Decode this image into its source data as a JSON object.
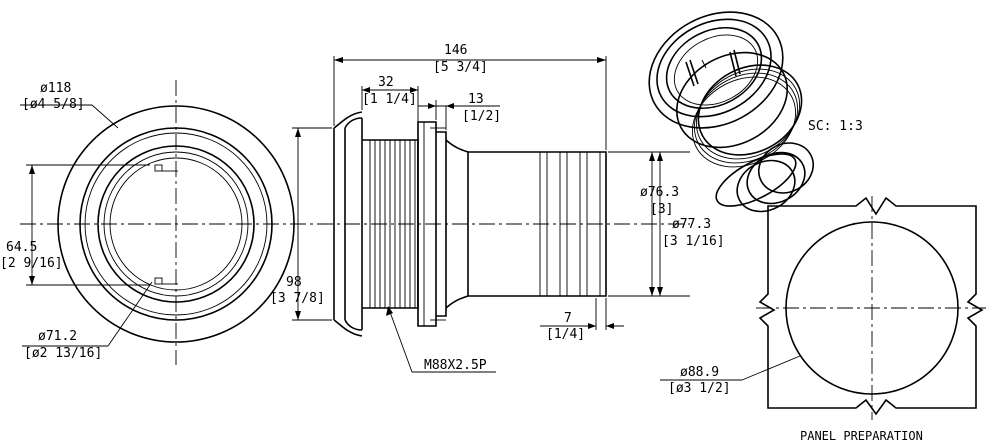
{
  "front_view": {
    "outer_dia_mm": "ø118",
    "outer_dia_in": "[ø4 5/8]",
    "inner_dia_mm": "ø71.2",
    "inner_dia_in": "[ø2 13/16]",
    "height_mm": "64.5",
    "height_in": "[2 9/16]"
  },
  "side_view": {
    "overall_length_mm": "146",
    "overall_length_in": "[5 3/4]",
    "flange_len_mm": "32",
    "flange_len_in": "[1 1/4]",
    "nut_len_mm": "13",
    "nut_len_in": "[1/2]",
    "tail_len_mm": "7",
    "tail_len_in": "[1/4]",
    "flange_dia_mm": "98",
    "flange_dia_in": "[3 7/8]",
    "hose_dia1_mm": "ø76.3",
    "hose_dia1_in": "[3]",
    "hose_dia2_mm": "ø77.3",
    "hose_dia2_in": "[3 1/16]",
    "thread": "M88X2.5P"
  },
  "iso_view": {
    "scale": "SC: 1:3"
  },
  "panel": {
    "cutout_dia_mm": "ø88.9",
    "cutout_dia_in": "[ø3 1/2]",
    "caption": "PANEL PREPARATION"
  }
}
